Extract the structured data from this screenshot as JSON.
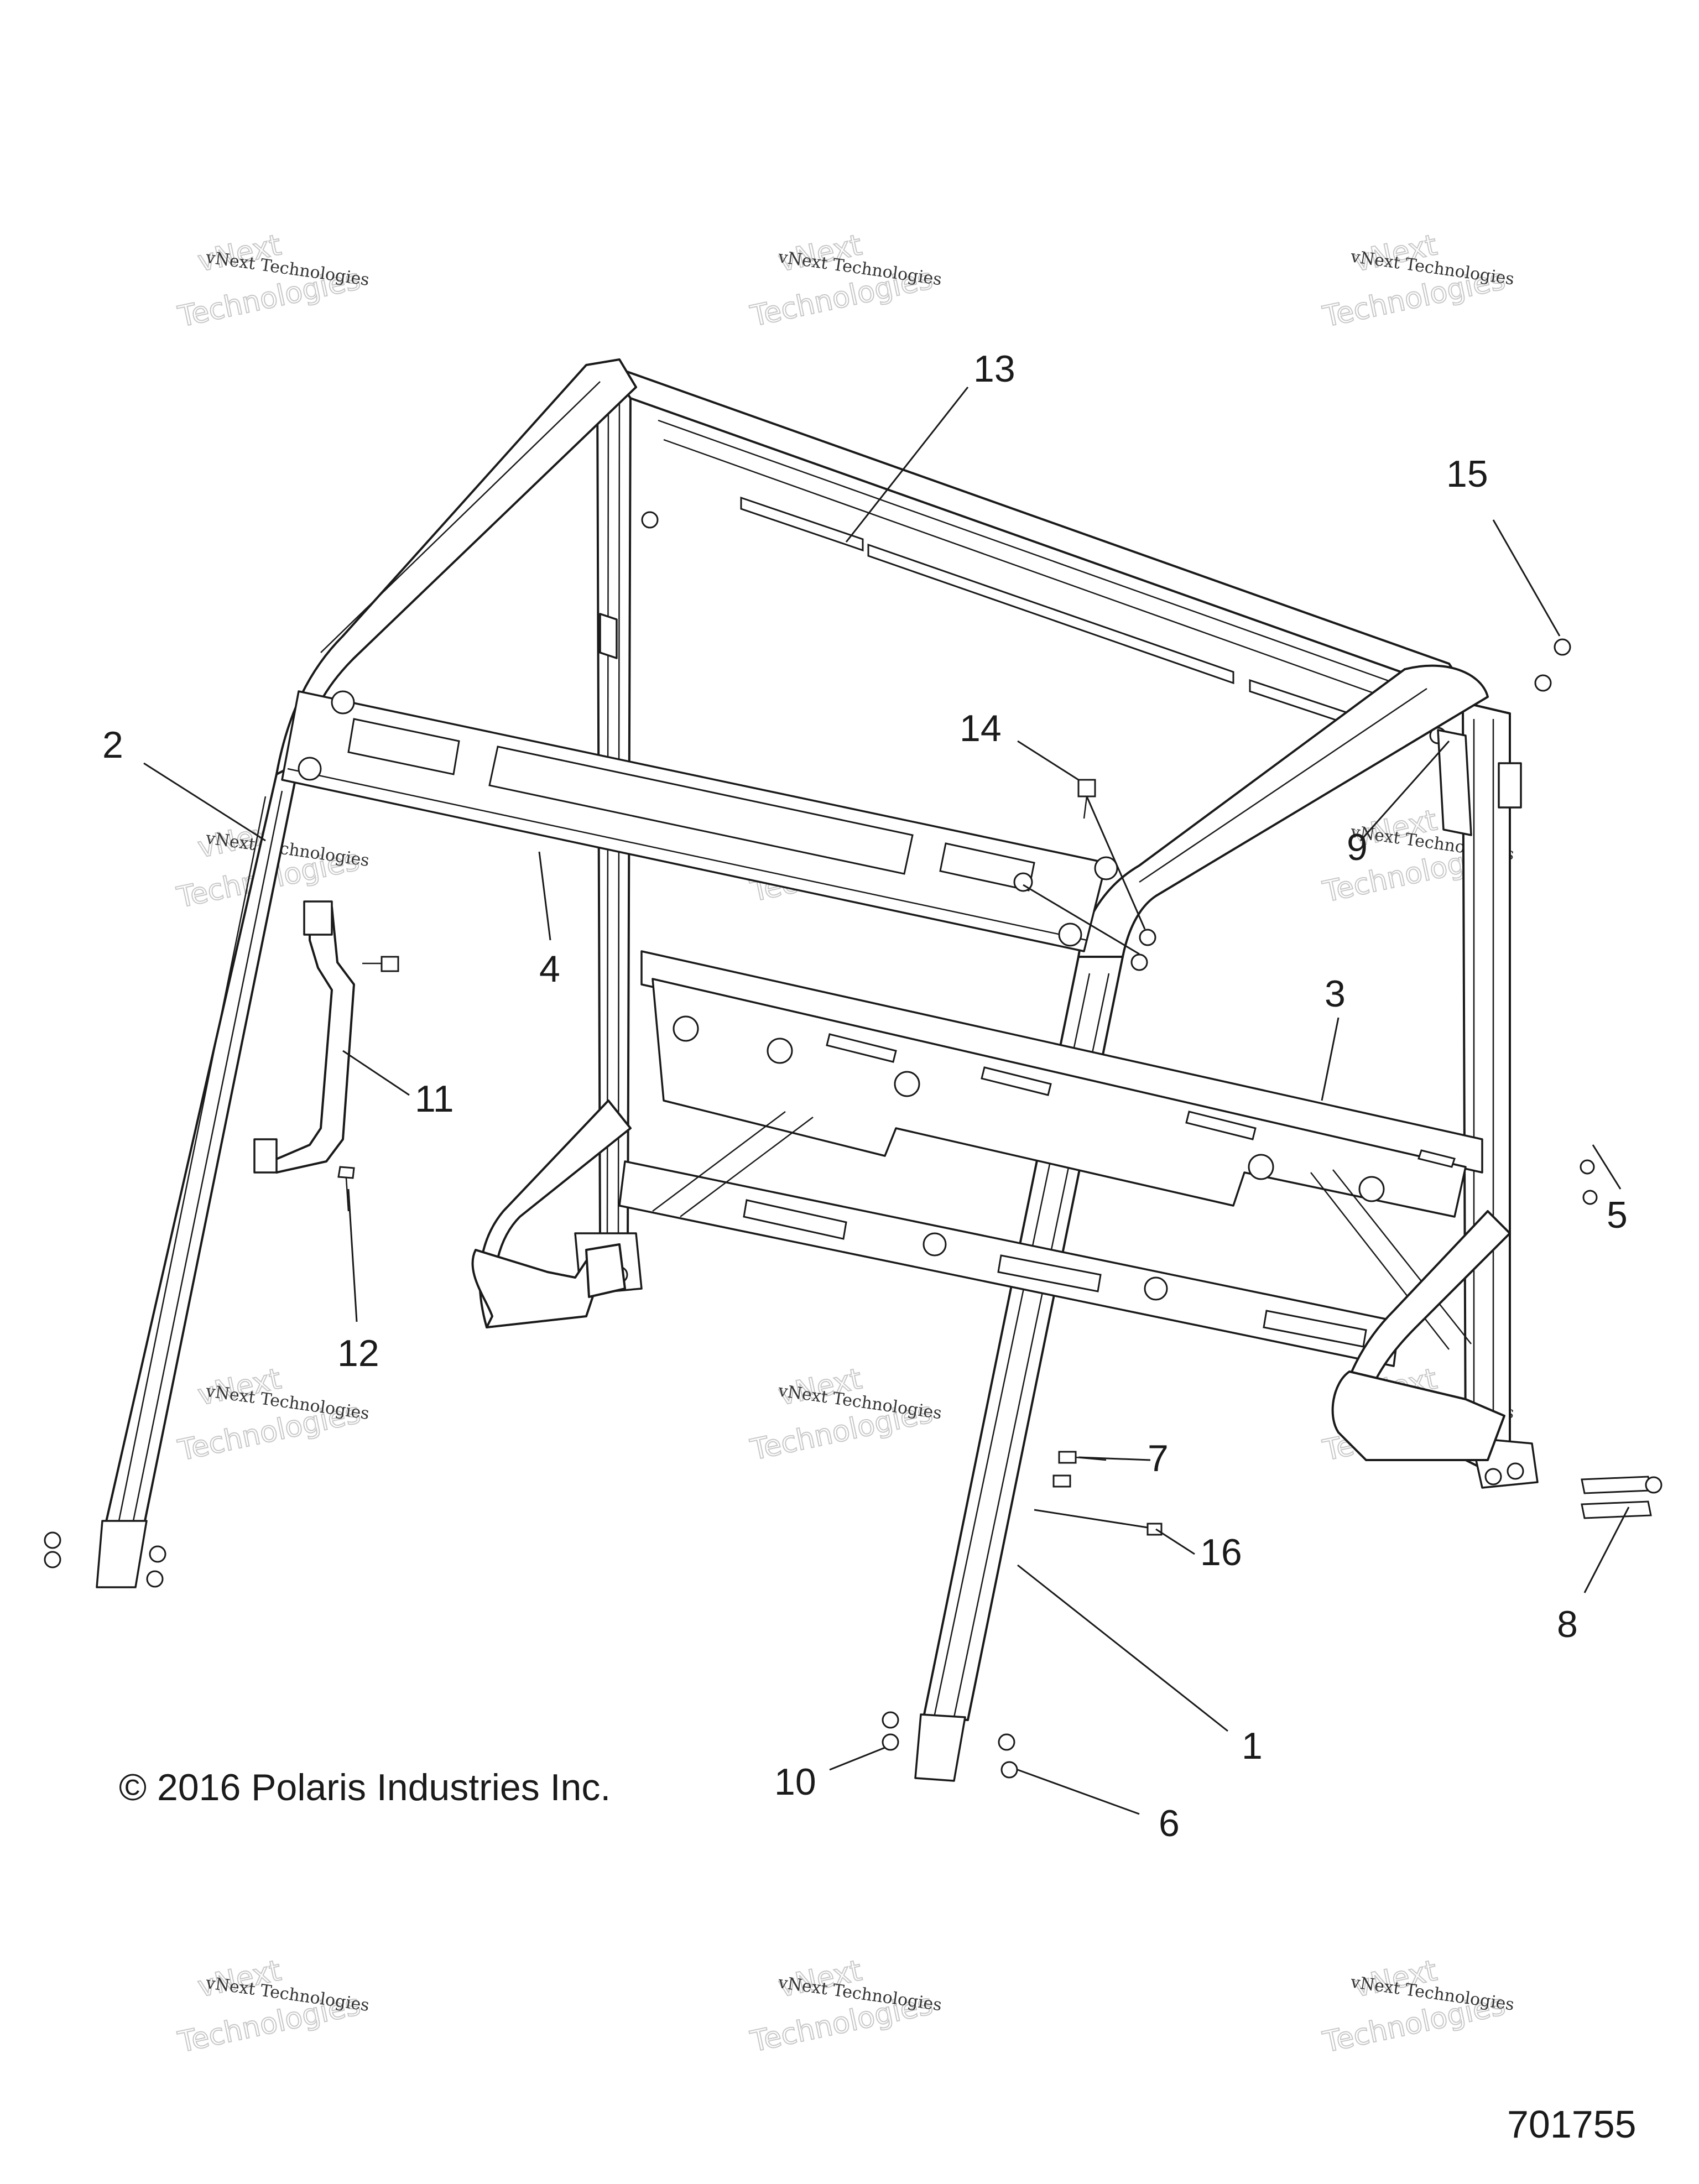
{
  "callouts": {
    "c1": "1",
    "c2": "2",
    "c3": "3",
    "c4": "4",
    "c5": "5",
    "c6": "6",
    "c7": "7",
    "c8": "8",
    "c9": "9",
    "c10": "10",
    "c11": "11",
    "c12": "12",
    "c13": "13",
    "c14": "14",
    "c15": "15",
    "c16": "16"
  },
  "copyright": "© 2016 Polaris Industries Inc.",
  "part_number": "701755",
  "watermark": {
    "line_a": "vNext Technologies",
    "line_b1": "vNext",
    "line_b2": "Technologies"
  }
}
